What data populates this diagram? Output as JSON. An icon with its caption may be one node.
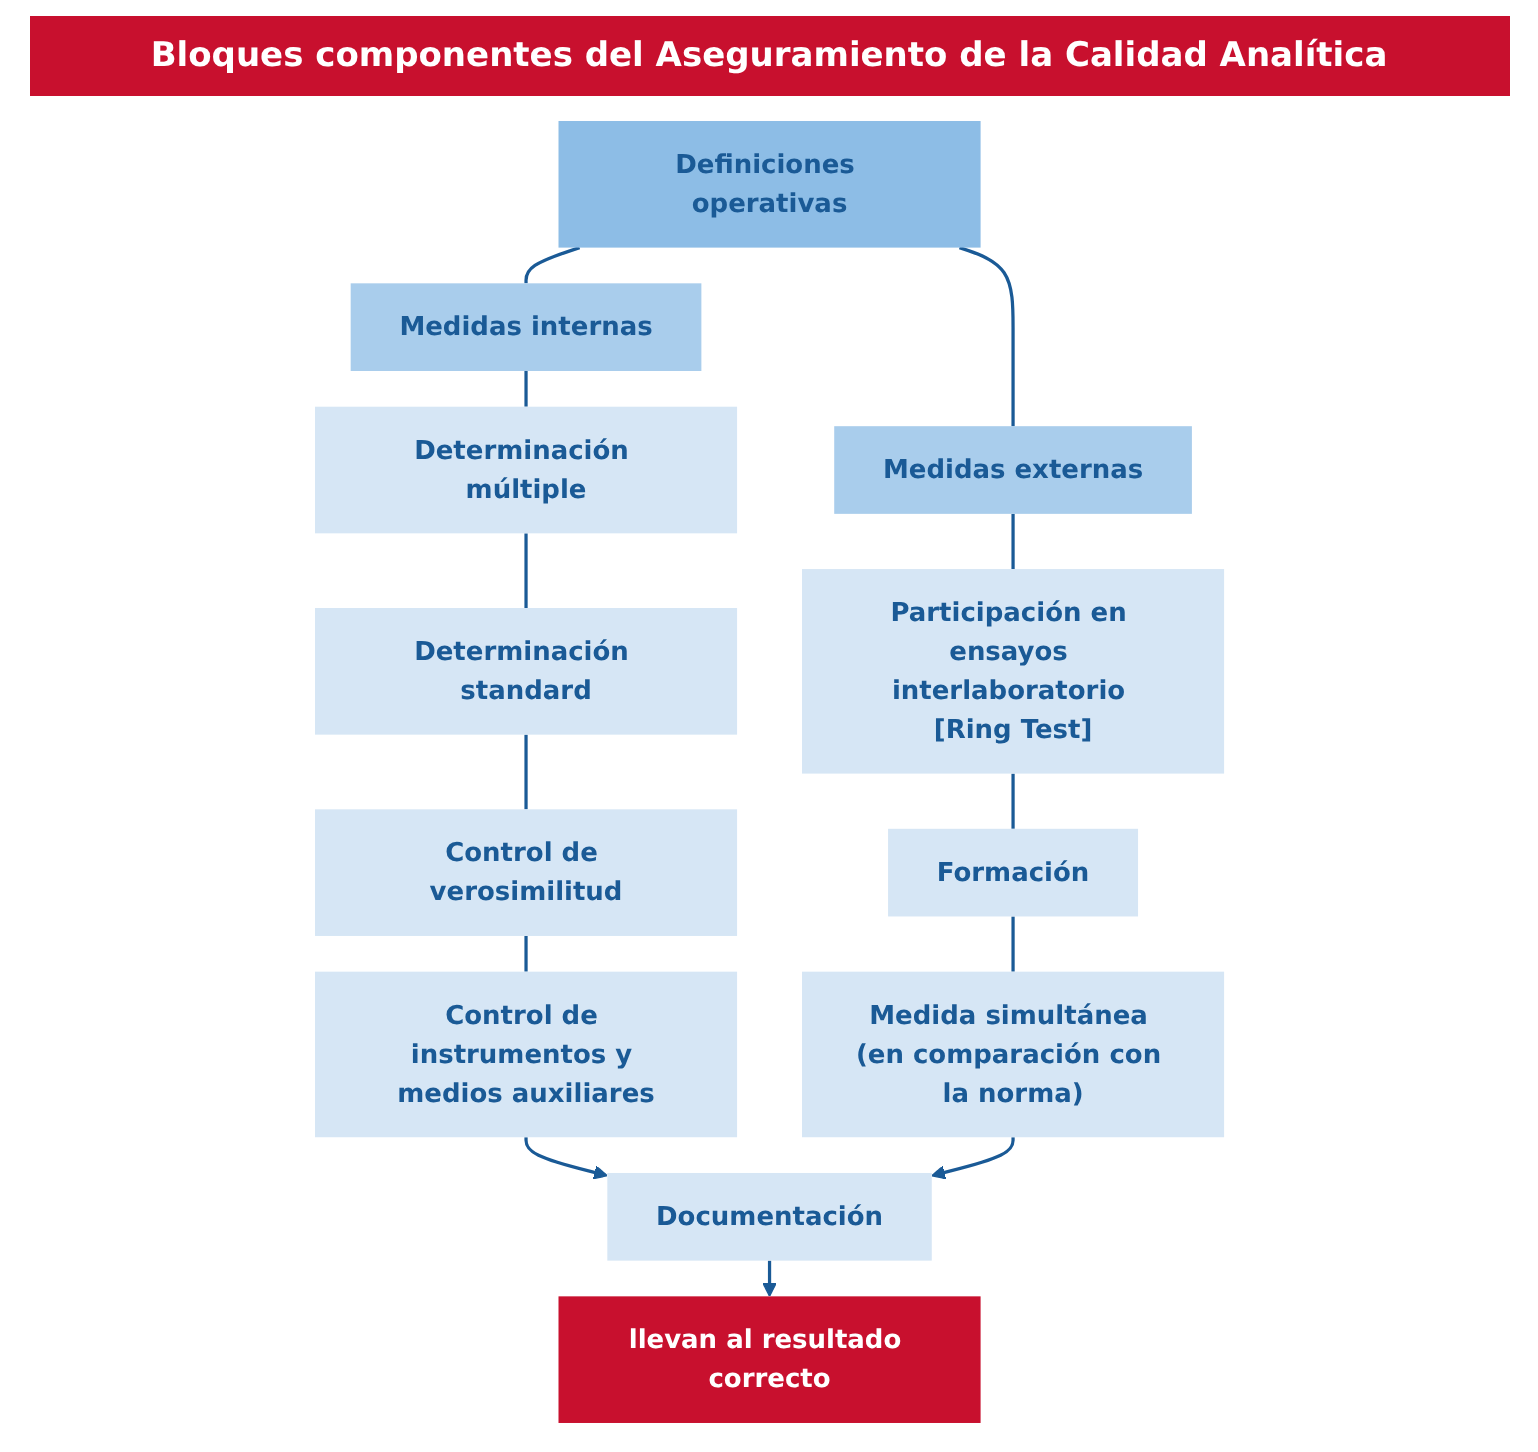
{
  "diagram": {
    "title": "Bloques componentes del Aseguramiento de la Calidad Analítica",
    "nodes": [
      {
        "text": [
          "Definiciones operativas"
        ]
      },
      {
        "text": [
          "Medidas internas"
        ]
      },
      {
        "text": [
          "Determinación múltiple"
        ]
      },
      {
        "text": [
          "Determinación standard"
        ]
      },
      {
        "text": [
          "Control de verosimilitud"
        ]
      },
      {
        "text": [
          "Control de instrumentos y medios auxiliares"
        ]
      },
      {
        "text": [
          "Medidas externas"
        ]
      },
      {
        "text": [
          "Participación en ensayos interlaboratorio [Ring Test]"
        ]
      },
      {
        "text": [
          "Formación"
        ]
      },
      {
        "text": [
          "Medida simultánea (en comparación con la norma)"
        ]
      },
      {
        "text": [
          "Documentación"
        ]
      },
      {
        "text": [
          "llevan al resultado correcto"
        ]
      }
    ],
    "edges": [
      {
        "from": 0,
        "to": 1,
        "arrow": "none"
      },
      {
        "from": 1,
        "to": 2,
        "arrow": "none"
      },
      {
        "from": 2,
        "to": 3,
        "arrow": "none"
      },
      {
        "from": 3,
        "to": 4,
        "arrow": "none"
      },
      {
        "from": 4,
        "to": 5,
        "arrow": "none"
      },
      {
        "from": 0,
        "to": 6,
        "arrow": "none"
      },
      {
        "from": 6,
        "to": 7,
        "arrow": "none"
      },
      {
        "from": 7,
        "to": 8,
        "arrow": "none"
      },
      {
        "from": 8,
        "to": 9,
        "arrow": "none"
      },
      {
        "from": 5,
        "to": 10,
        "arrow": "to"
      },
      {
        "from": 9,
        "to": 10,
        "arrow": "to"
      },
      {
        "from": 10,
        "to": 11,
        "arrow": "to"
      }
    ]
  }
}
